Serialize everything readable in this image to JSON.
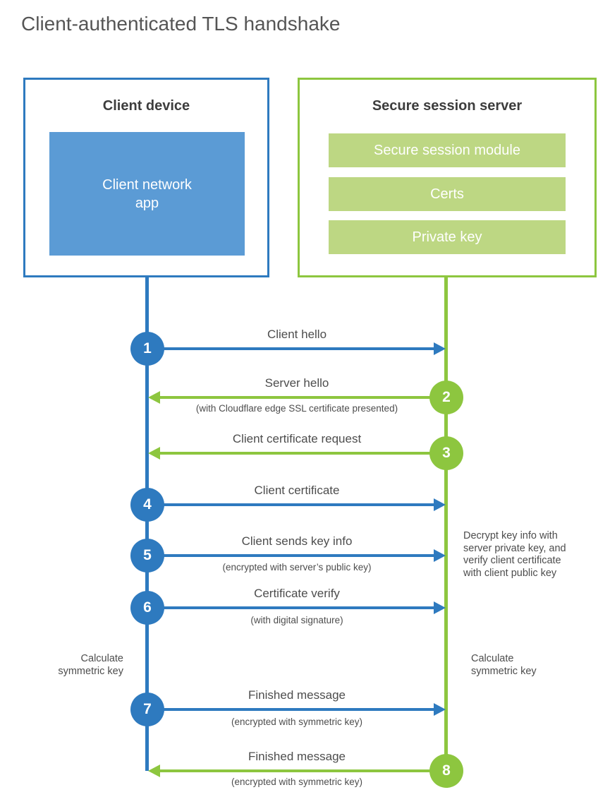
{
  "title": "Client-authenticated TLS handshake",
  "colors": {
    "blue": "#2e7abf",
    "blue_fill": "#5b9bd5",
    "green": "#8dc63f",
    "green_fill": "#bdd783",
    "text": "#4d4d4d"
  },
  "client": {
    "heading": "Client device",
    "app_label": "Client network app"
  },
  "server": {
    "heading": "Secure session server",
    "modules": [
      "Secure session module",
      "Certs",
      "Private key"
    ]
  },
  "steps": [
    {
      "num": "1",
      "direction": "client-to-server",
      "label": "Client hello",
      "sub": ""
    },
    {
      "num": "2",
      "direction": "server-to-client",
      "label": "Server hello",
      "sub": "(with Cloudflare edge SSL certificate presented)"
    },
    {
      "num": "3",
      "direction": "server-to-client",
      "label": "Client certificate request",
      "sub": ""
    },
    {
      "num": "4",
      "direction": "client-to-server",
      "label": "Client certificate",
      "sub": ""
    },
    {
      "num": "5",
      "direction": "client-to-server",
      "label": "Client sends key info",
      "sub": "(encrypted with server’s public key)"
    },
    {
      "num": "6",
      "direction": "client-to-server",
      "label": "Certificate verify",
      "sub": "(with digital signature)"
    },
    {
      "num": "7",
      "direction": "client-to-server",
      "label": "Finished message",
      "sub": "(encrypted with symmetric key)"
    },
    {
      "num": "8",
      "direction": "server-to-client",
      "label": "Finished message",
      "sub": "(encrypted with symmetric key)"
    }
  ],
  "notes": {
    "decrypt": "Decrypt key info with server private key, and verify client certificate with client public key",
    "calc_left": "Calculate symmetric key",
    "calc_right": "Calculate symmetric key"
  }
}
